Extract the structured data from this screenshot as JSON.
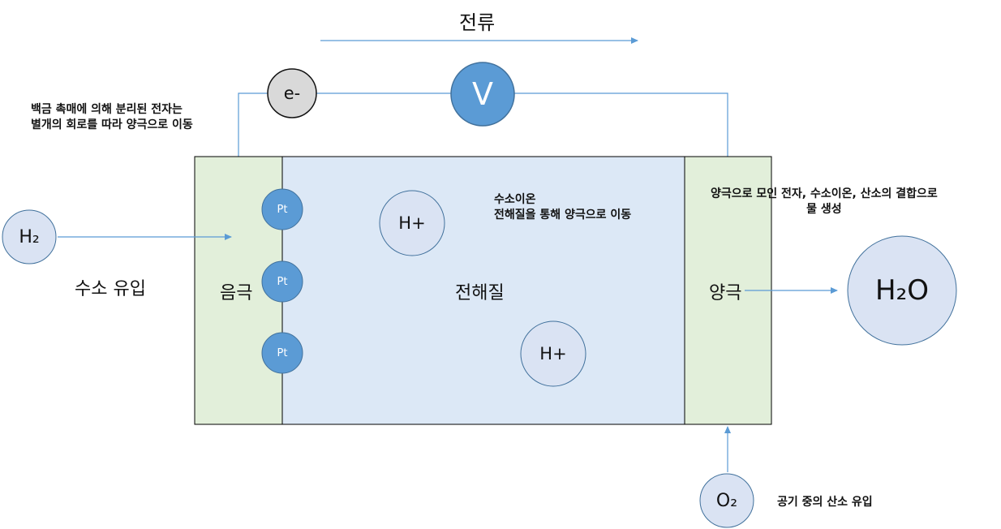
{
  "current_label": "전류",
  "electron_label": "e-",
  "voltmeter_label": "V",
  "electron_note": [
    "백금 촉매에 의해 분리된 전자는",
    "별개의 회로를 따라 양극으로 이동"
  ],
  "h2_label": "H₂",
  "hydrogen_inflow": "수소 유입",
  "anode_neg_label": "음극",
  "catalyst_label": "Pt",
  "electrolyte_label": "전해질",
  "proton_label": "H+",
  "proton_note": [
    "수소이온",
    "전해질을 통해 양극으로 이동"
  ],
  "cathode_label": "양극",
  "cathode_note": [
    "양극으로 모인 전자, 수소이온, 산소의 결합으로",
    "물 생성"
  ],
  "water_label": "H₂O",
  "o2_label": "O₂",
  "oxygen_inflow": "공기 중의 산소 유입",
  "colors": {
    "electrode_fill": "#e2efda",
    "electrolyte_fill": "#dce8f6",
    "catalyst_fill": "#5b9bd5",
    "particle_fill": "#dae3f3",
    "electron_fill": "#d9d9d9",
    "wire": "#5b9bd5",
    "outline": "#000000"
  }
}
